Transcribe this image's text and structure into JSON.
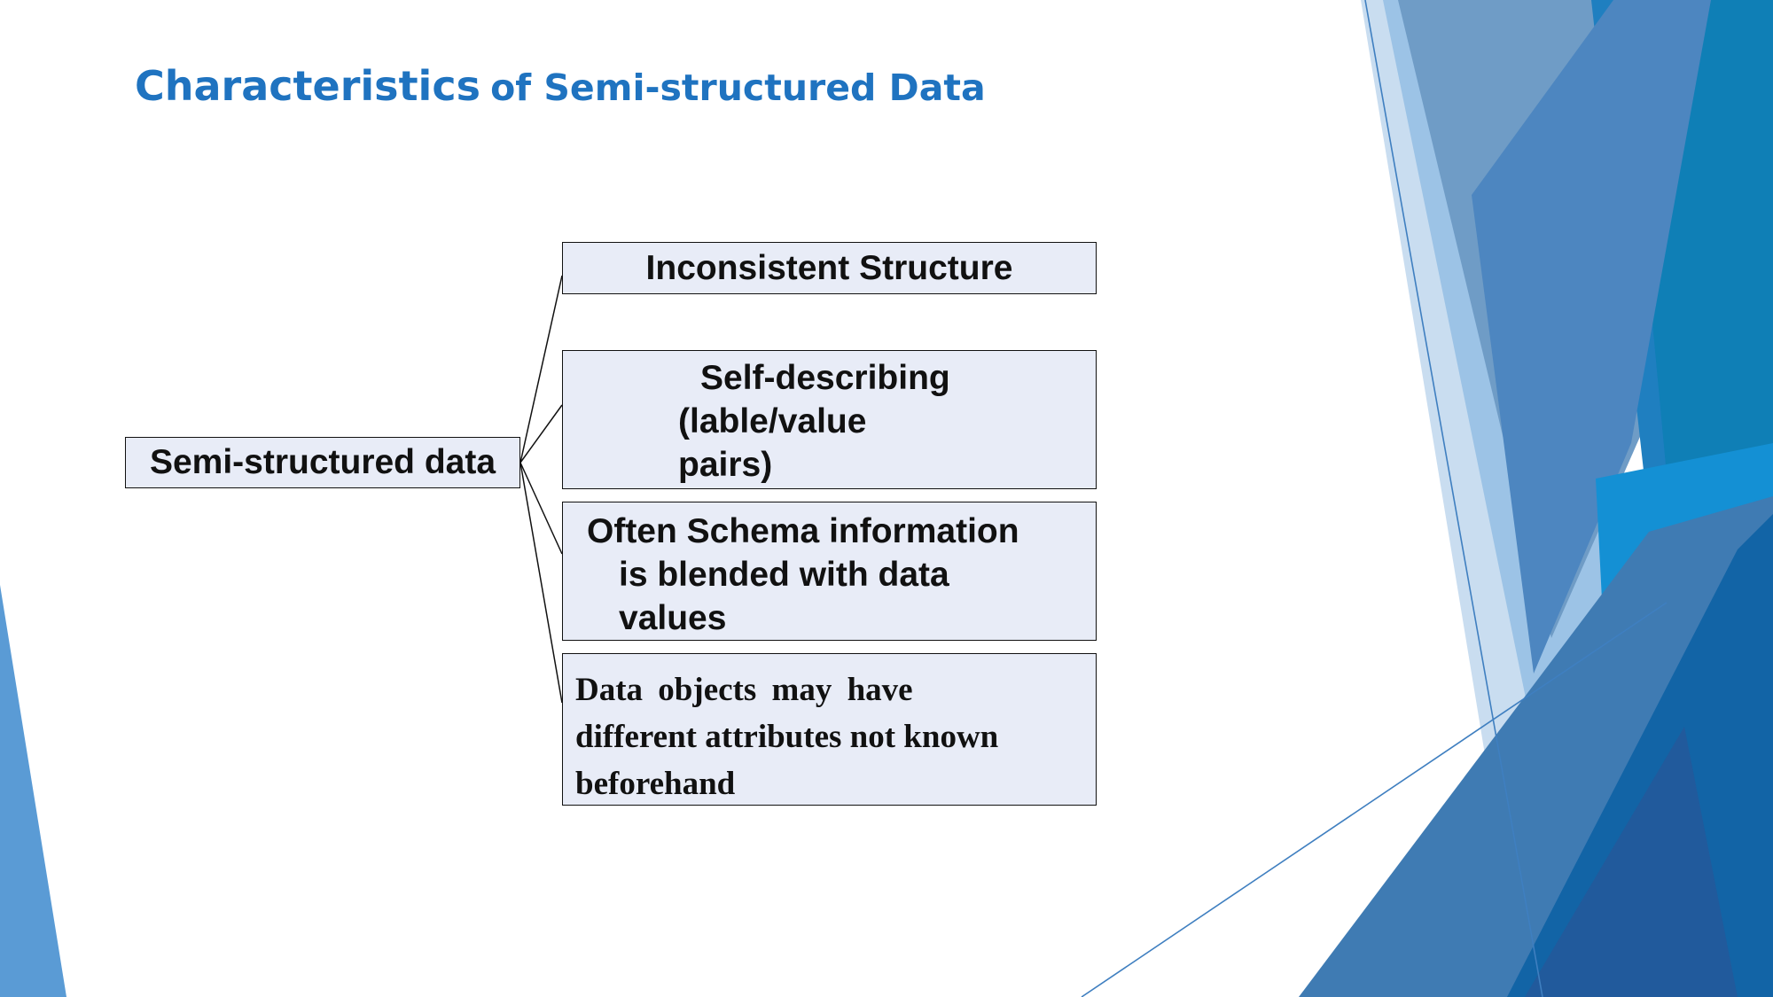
{
  "slide": {
    "title_big": "Characteristics",
    "title_small": "of Semi-structured Data"
  },
  "diagram": {
    "root": "Semi-structured data",
    "children": [
      {
        "lines": [
          "Inconsistent Structure"
        ]
      },
      {
        "lines": [
          "Self-describing",
          "(lable/value",
          "pairs)"
        ]
      },
      {
        "lines": [
          "Often Schema information",
          "is blended with data",
          "values"
        ]
      },
      {
        "lines": [
          "Data objects may have",
          "different attributes not known",
          "beforehand"
        ]
      }
    ]
  },
  "colors": {
    "title": "#1f73c0",
    "box_fill": "#e8ecf7",
    "box_border": "#111111",
    "accent_dark": "#1565a8",
    "accent_light": "#9cc3e6"
  }
}
